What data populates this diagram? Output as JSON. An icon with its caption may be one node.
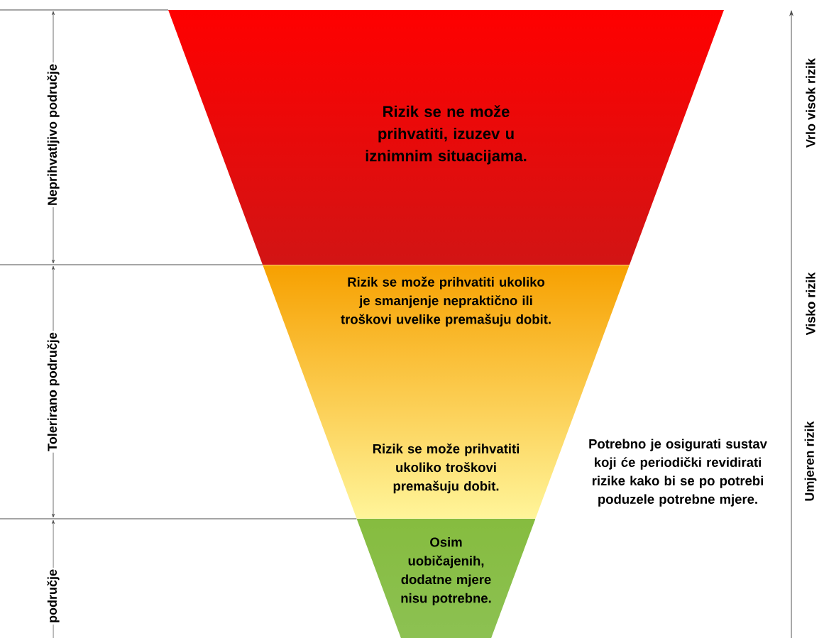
{
  "diagram": {
    "nodes": [
      {
        "text": [
          "Rizik se ne može prihvatiti, izuzev u iznimnim situacijama."
        ]
      },
      {
        "text": [
          "Rizik se može prihvatiti ukoliko je smanjenje nepraktično ili troškovi uvelike premašuju dobit.",
          "Rizik se može prihvatiti ukoliko troškovi premašuju dobit."
        ]
      },
      {
        "text": [
          "Osim uobičajenih, dodatne mjere nisu potrebne."
        ]
      }
    ],
    "edges": [],
    "labels": [
      "Neprihvatljivo područje",
      "Tolerirano područje",
      "područje",
      "Potrebno je osigurati sustav koji će periodički revidirati rizike kako bi se po potrebi poduzele potrebne mjere.",
      "Vrlo visok rizik",
      "Visko rizik",
      "Umjeren rizik"
    ]
  }
}
